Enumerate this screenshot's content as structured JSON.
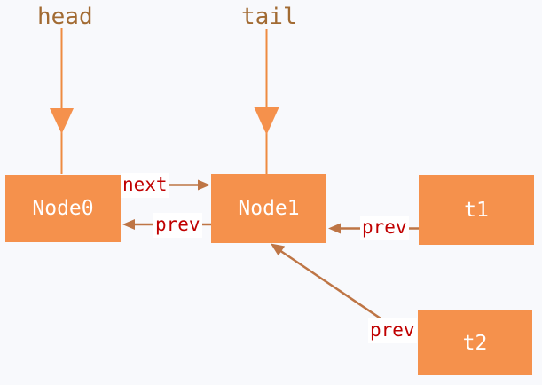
{
  "colors": {
    "background": "#F8F9FC",
    "box_fill": "#F5914C",
    "box_text": "#FFFFFF",
    "pointer_text": "#A26B33",
    "pointer_arrow_orange": "#EE8B41",
    "edge_arrow_brown": "#BE7545",
    "edge_label_text": "#C00000",
    "edge_label_bg": "#FFFFFF"
  },
  "pointers": {
    "head": {
      "label": "head",
      "points_to": "Node0"
    },
    "tail": {
      "label": "tail",
      "points_to": "Node1"
    }
  },
  "nodes": {
    "node0": {
      "label": "Node0"
    },
    "node1": {
      "label": "Node1"
    },
    "t1": {
      "label": "t1"
    },
    "t2": {
      "label": "t2"
    }
  },
  "edges": {
    "next": {
      "label": "next",
      "from": "Node0",
      "to": "Node1"
    },
    "prev_left": {
      "label": "prev",
      "from": "Node1",
      "to": "Node0"
    },
    "prev_right": {
      "label": "prev",
      "from": "t1",
      "to": "Node1"
    },
    "prev_diag": {
      "label": "prev",
      "from": "t2",
      "to": "Node1"
    }
  }
}
